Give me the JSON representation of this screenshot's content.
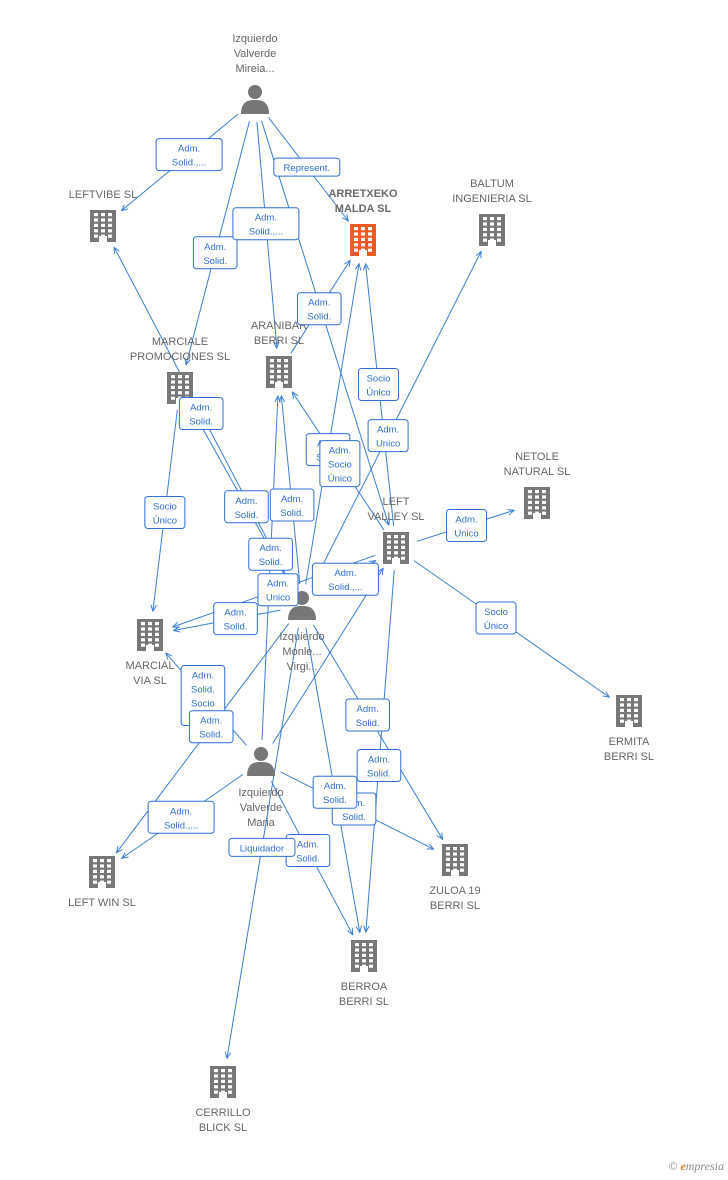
{
  "colors": {
    "company": "#777777",
    "focus": "#f15a24",
    "person": "#777777",
    "edge": "#3a7fd6",
    "label": "#666666"
  },
  "nodes": [
    {
      "id": "mireia",
      "kind": "person",
      "lines": [
        "Izquierdo",
        "Valverde",
        "Mireia..."
      ]
    },
    {
      "id": "leftvibe",
      "kind": "company",
      "lines": [
        "LEFTVIBE  SL"
      ]
    },
    {
      "id": "arretxeko",
      "kind": "company",
      "focus": true,
      "lines": [
        "ARRETXEKO",
        "MALDA  SL"
      ]
    },
    {
      "id": "baltum",
      "kind": "company",
      "lines": [
        "BALTUM",
        "INGENIERIA SL"
      ]
    },
    {
      "id": "aranibar",
      "kind": "company",
      "lines": [
        "ARANIBAR",
        "BERRI  SL"
      ]
    },
    {
      "id": "marciale",
      "kind": "company",
      "lines": [
        "MARCIALE",
        "PROMOCIONES SL"
      ]
    },
    {
      "id": "netole",
      "kind": "company",
      "lines": [
        "NETOLE",
        "NATURAL SL"
      ]
    },
    {
      "id": "leftvalley",
      "kind": "company",
      "lines": [
        "LEFT",
        "VALLEY SL"
      ]
    },
    {
      "id": "virgi",
      "kind": "person",
      "lines": [
        "Izquierdo",
        "Monle...",
        "Virgi..."
      ]
    },
    {
      "id": "marcialvia",
      "kind": "company",
      "lines": [
        "MARCIAL",
        "VIA SL"
      ]
    },
    {
      "id": "ermita",
      "kind": "company",
      "lines": [
        "ERMITA",
        "BERRI  SL"
      ]
    },
    {
      "id": "maria",
      "kind": "person",
      "lines": [
        "Izquierdo",
        "Valverde",
        "Maria"
      ]
    },
    {
      "id": "leftwin",
      "kind": "company",
      "lines": [
        "LEFT WIN  SL"
      ]
    },
    {
      "id": "zuloa",
      "kind": "company",
      "lines": [
        "ZULOA 19",
        "BERRI  SL"
      ]
    },
    {
      "id": "berroa",
      "kind": "company",
      "lines": [
        "BERROA",
        "BERRI  SL"
      ]
    },
    {
      "id": "cerrillo",
      "kind": "company",
      "lines": [
        "CERRILLO",
        "BLICK SL"
      ]
    }
  ],
  "edges": [
    {
      "from": "mireia",
      "to": "leftvibe",
      "label": [
        "Adm.",
        "Solid.,..."
      ]
    },
    {
      "from": "mireia",
      "to": "arretxeko",
      "label": [
        "Represent."
      ]
    },
    {
      "from": "mireia",
      "to": "marciale",
      "label": [
        "Adm.",
        "Solid."
      ]
    },
    {
      "from": "mireia",
      "to": "aranibar",
      "label": [
        "Adm.",
        "Solid.,..."
      ]
    },
    {
      "from": "mireia",
      "to": "leftvalley",
      "label": []
    },
    {
      "from": "virgi",
      "to": "arretxeko",
      "label": [
        "Adm.",
        "Solid."
      ]
    },
    {
      "from": "aranibar",
      "to": "arretxeko",
      "label": [
        "Adm.",
        "Solid."
      ]
    },
    {
      "from": "leftvalley",
      "to": "arretxeko",
      "label": [
        "Socio",
        "Único"
      ]
    },
    {
      "from": "virgi",
      "to": "baltum",
      "label": [
        "Adm.",
        "Unico"
      ]
    },
    {
      "from": "virgi",
      "to": "leftvibe",
      "label": [
        "Adm.",
        "Solid."
      ]
    },
    {
      "from": "virgi",
      "to": "aranibar",
      "label": [
        "Adm.",
        "Solid."
      ]
    },
    {
      "from": "leftvalley",
      "to": "aranibar",
      "label": [
        "Adm.",
        "Socio",
        "Único"
      ]
    },
    {
      "from": "maria",
      "to": "aranibar",
      "label": [
        "Adm.",
        "Solid."
      ]
    },
    {
      "from": "virgi",
      "to": "marciale",
      "label": [
        "Adm.",
        "Solid."
      ]
    },
    {
      "from": "marciale",
      "to": "marcialvia",
      "label": [
        "Socio",
        "Único"
      ]
    },
    {
      "from": "virgi",
      "to": "marcialvia",
      "label": [
        "Adm.",
        "Solid."
      ]
    },
    {
      "from": "leftvalley",
      "to": "marcialvia",
      "label": [
        "Adm.",
        "Unico"
      ]
    },
    {
      "from": "maria",
      "to": "marcialvia",
      "label": [
        "Adm.",
        "Solid.",
        "Socio",
        "Único"
      ]
    },
    {
      "from": "virgi",
      "to": "leftvalley",
      "label": [
        "Adm.",
        "Solid.,..."
      ]
    },
    {
      "from": "leftvalley",
      "to": "netole",
      "label": [
        "Adm.",
        "Unico"
      ]
    },
    {
      "from": "leftvalley",
      "to": "ermita",
      "label": [
        "Socio",
        "Único"
      ]
    },
    {
      "from": "maria",
      "to": "leftvalley",
      "label": []
    },
    {
      "from": "leftvalley",
      "to": "berroa",
      "label": [
        "Adm.",
        "Solid."
      ]
    },
    {
      "from": "virgi",
      "to": "leftwin",
      "label": [
        "Adm.",
        "Solid."
      ]
    },
    {
      "from": "maria",
      "to": "leftwin",
      "label": [
        "Adm.",
        "Solid.,..."
      ]
    },
    {
      "from": "virgi",
      "to": "zuloa",
      "label": [
        "Adm.",
        "Solid."
      ]
    },
    {
      "from": "maria",
      "to": "zuloa",
      "label": [
        "Adm.",
        "Solid."
      ]
    },
    {
      "from": "virgi",
      "to": "berroa",
      "label": [
        "Adm.",
        "Solid."
      ]
    },
    {
      "from": "maria",
      "to": "berroa",
      "label": [
        "Adm.",
        "Solid."
      ]
    },
    {
      "from": "virgi",
      "to": "cerrillo",
      "label": [
        "Liquidador"
      ]
    }
  ],
  "brand": {
    "copyright": "©",
    "name": "mpresia",
    "initial": "e"
  }
}
